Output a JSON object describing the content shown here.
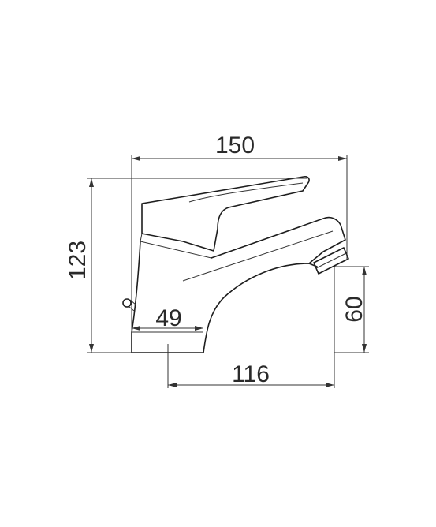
{
  "dimensions": {
    "overall_width": "150",
    "overall_height": "123",
    "spout_reach": "116",
    "outlet_height": "60",
    "base_width": "49"
  }
}
